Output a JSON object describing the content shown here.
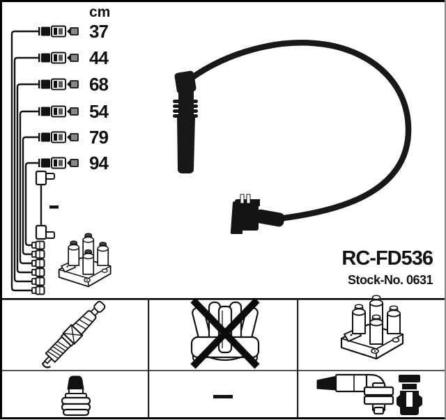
{
  "left_diagram": {
    "unit_header": "cm",
    "lengths": [
      "37",
      "44",
      "68",
      "54",
      "79",
      "94"
    ],
    "no_length_symbol": "–",
    "icons": [
      "wire-trunk",
      "cable-connector",
      "terminal-stack",
      "extra-lead",
      "ignition-coil-small"
    ]
  },
  "product": {
    "part_number": "RC-FD536",
    "stock_no": "Stock-No. 0631"
  },
  "photo": {
    "icons": [
      "spark-plug-boot",
      "ignition-lead",
      "coil-connector"
    ]
  },
  "legend": {
    "cells": [
      {
        "icon": "spark-plug-icon",
        "crossed": false
      },
      {
        "icon": "distributor-cap-icon",
        "crossed": true
      },
      {
        "icon": "ignition-coil-pack-icon",
        "crossed": false
      },
      {
        "icon": "plug-terminal-nut-icon",
        "crossed": false
      },
      {
        "icon": "dash-icon",
        "symbol": "–"
      },
      {
        "icon": "elbow-connector-icon-and-coil-boot-icon",
        "crossed": false
      }
    ]
  },
  "colors": {
    "background": "#ffffff",
    "ink": "#111111",
    "photo_black": "#181818",
    "grid_outer": "#000000",
    "grid_inner": "#555555"
  }
}
